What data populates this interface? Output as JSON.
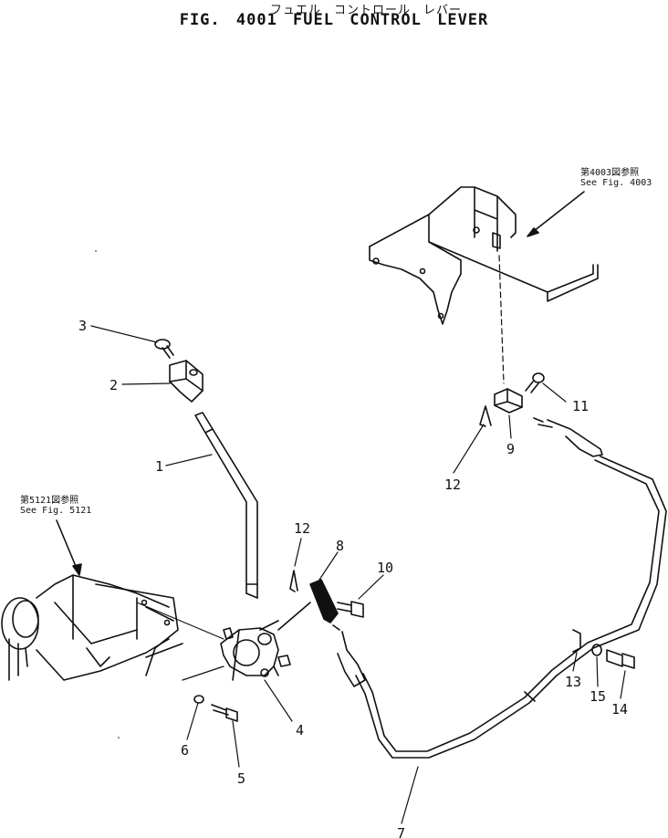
{
  "title": {
    "japanese": "フュエル　コントロール　レバー",
    "english": "FIG. 4001  FUEL CONTROL LEVER"
  },
  "references": [
    {
      "jp": "第4003図参照",
      "en": "See Fig. 4003"
    },
    {
      "jp": "第5121図参照",
      "en": "See Fig. 5121"
    }
  ],
  "callouts": [
    "1",
    "2",
    "3",
    "4",
    "5",
    "6",
    "7",
    "8",
    "9",
    "10",
    "11",
    "12",
    "12",
    "13",
    "14",
    "15"
  ]
}
